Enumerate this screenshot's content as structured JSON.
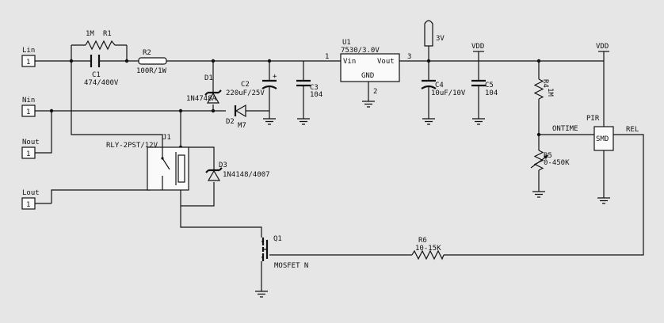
{
  "terminals": {
    "lin": {
      "label": "Lin",
      "pin": "1"
    },
    "nin": {
      "label": "Nin",
      "pin": "1"
    },
    "nout": {
      "label": "Nout",
      "pin": "1"
    },
    "lout": {
      "label": "Lout",
      "pin": "1"
    }
  },
  "components": {
    "r1": {
      "ref": "R1",
      "value": "1M"
    },
    "c1": {
      "ref": "C1",
      "value": "474/400V"
    },
    "r2": {
      "ref": "R2",
      "value": "100R/1W"
    },
    "d1": {
      "ref": "D1",
      "value": "1N4748A"
    },
    "c2": {
      "ref": "C2",
      "value": "220uF/25V",
      "polarity": "+"
    },
    "d2": {
      "ref": "D2",
      "value": "M7"
    },
    "c3": {
      "ref": "C3",
      "value": "104"
    },
    "u1": {
      "ref": "U1",
      "value": "7530/3.0V",
      "pin_vin": "Vin",
      "pin_vout": "Vout",
      "pin_gnd": "GND",
      "pin1": "1",
      "pin2": "2",
      "pin3": "3"
    },
    "probe": {
      "label": "3V"
    },
    "vdd1": {
      "label": "VDD"
    },
    "vdd2": {
      "label": "VDD"
    },
    "c4": {
      "ref": "C4",
      "value": "10uF/10V"
    },
    "c5": {
      "ref": "C5",
      "value": "104"
    },
    "r4": {
      "ref": "R4",
      "value": "1M"
    },
    "r5": {
      "ref": "R5",
      "value": "0-450K"
    },
    "ontime": {
      "label": "ONTIME"
    },
    "pir": {
      "label": "PIR",
      "pin": "SMD",
      "out": "REL"
    },
    "j1": {
      "ref": "J1",
      "value": "RLY-2PST/12V"
    },
    "d3": {
      "ref": "D3",
      "value": "1N4148/4007"
    },
    "q1": {
      "ref": "Q1",
      "value": "MOSFET N"
    },
    "r6": {
      "ref": "R6",
      "value": "10-15K"
    }
  }
}
